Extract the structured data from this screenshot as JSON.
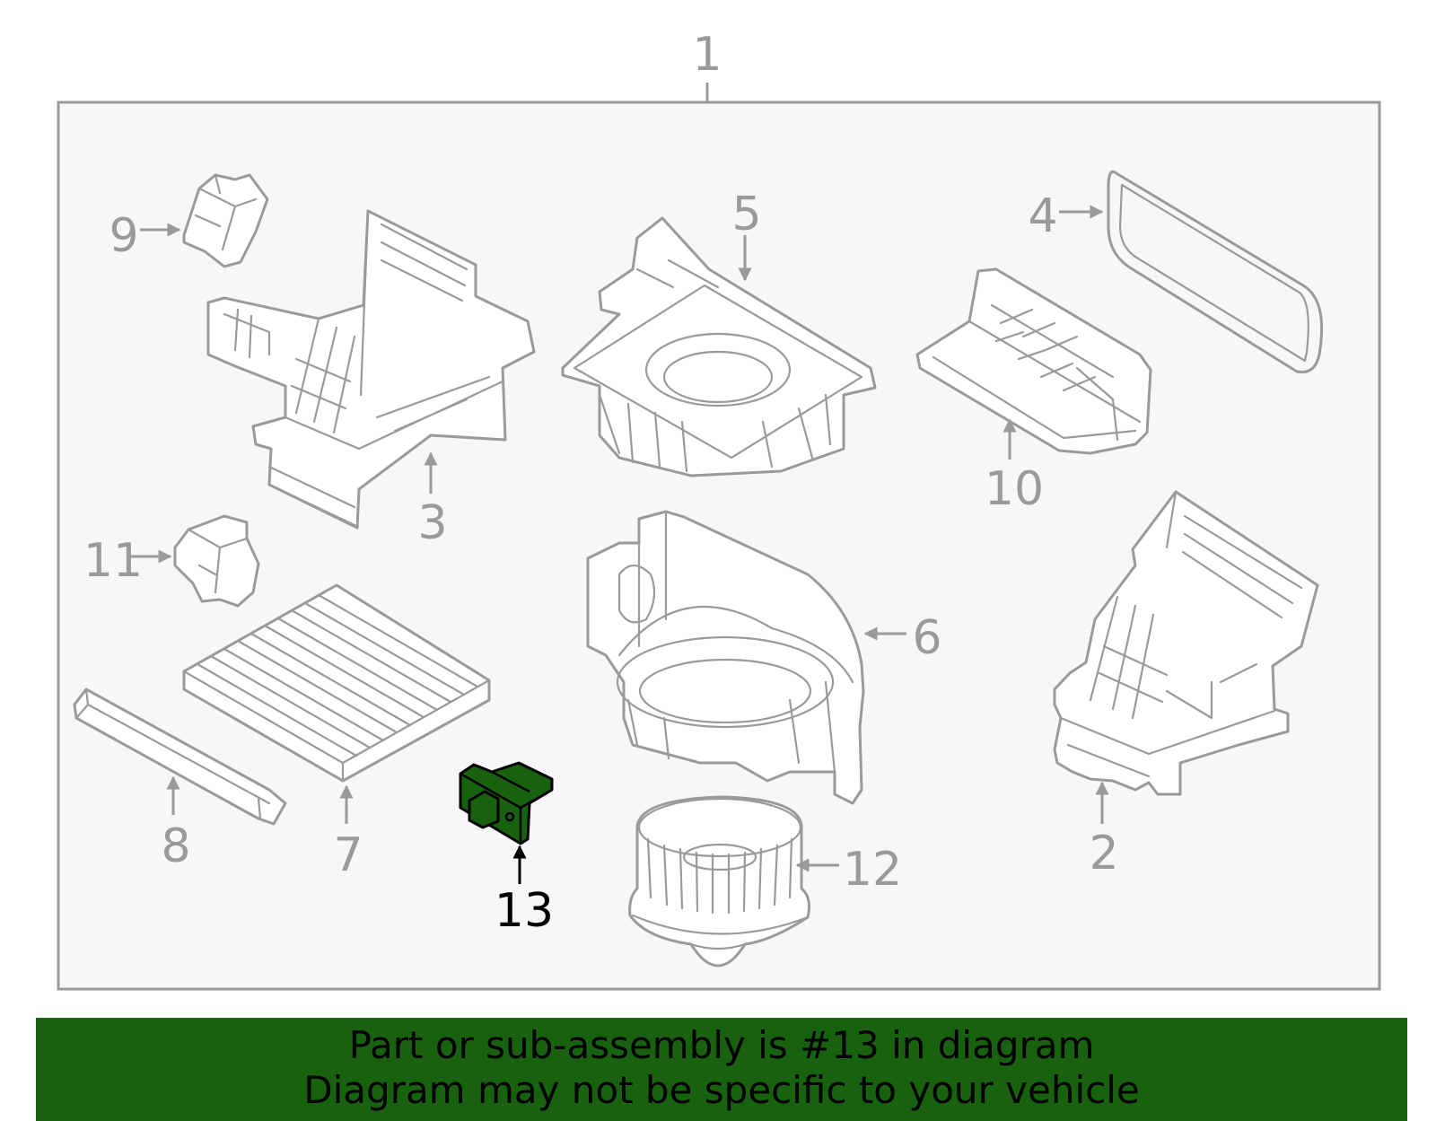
{
  "diagram": {
    "callouts": {
      "c1": "1",
      "c2": "2",
      "c3": "3",
      "c4": "4",
      "c5": "5",
      "c6": "6",
      "c7": "7",
      "c8": "8",
      "c9": "9",
      "c10": "10",
      "c11": "11",
      "c12": "12",
      "c13": "13"
    },
    "highlighted_part": "13",
    "colors": {
      "highlight": "#17610f",
      "line": "#9a9a9a",
      "frame_bg": "#f7f7f7"
    }
  },
  "banner": {
    "line1": "Part or sub-assembly is #13 in diagram",
    "line2": "Diagram may not be specific to your vehicle"
  }
}
